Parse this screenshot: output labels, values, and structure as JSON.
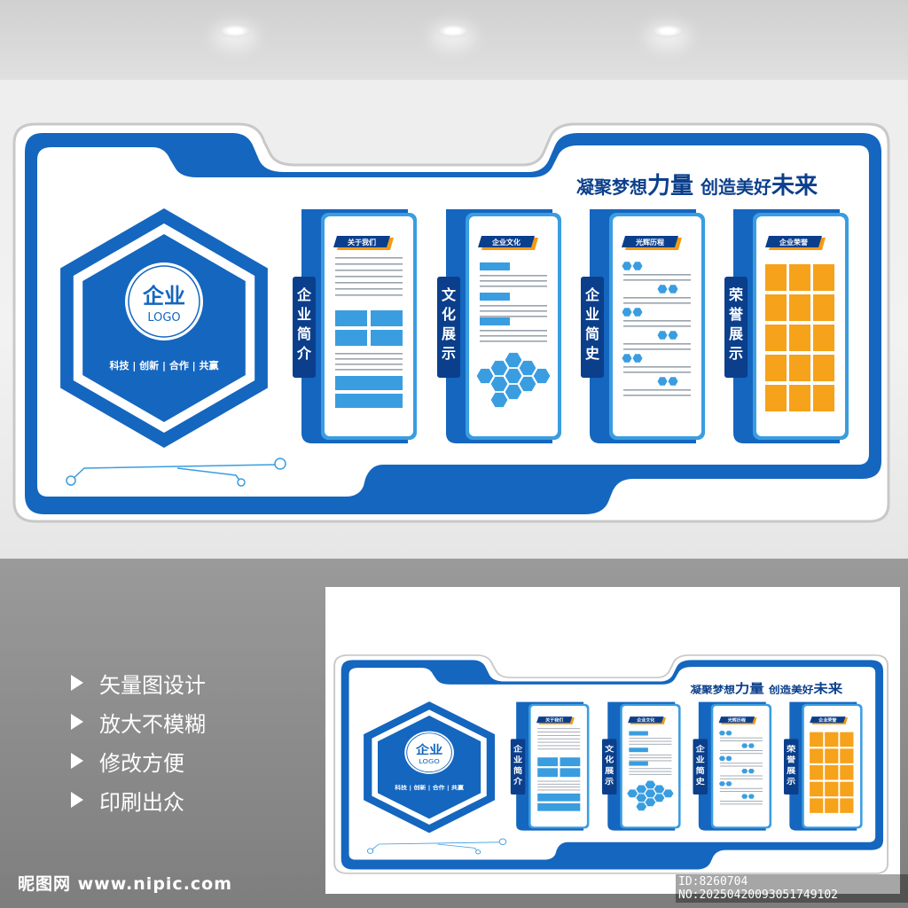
{
  "slogan": {
    "part1": "凝聚梦想",
    "part2": "力量",
    "part3": "创造美好",
    "part4": "未来"
  },
  "logo": {
    "main": "企业",
    "sub": "LOGO",
    "tagline": "科技 | 创新 | 合作 | 共赢"
  },
  "panels": [
    {
      "side_label": "企业简介",
      "tab_label": "关于我们"
    },
    {
      "side_label": "文化展示",
      "tab_label": "企业文化"
    },
    {
      "side_label": "企业简史",
      "tab_label": "光辉历程"
    },
    {
      "side_label": "荣誉展示",
      "tab_label": "企业荣誉"
    }
  ],
  "features": [
    "矢量图设计",
    "放大不模糊",
    "修改方便",
    "印刷出众"
  ],
  "brand": "昵图网 www.nipic.com",
  "id_text": "ID:8260704 NO:20250420093051749102",
  "colors": {
    "primary": "#1466bf",
    "dark": "#0b3f8c",
    "light": "#3a9de0",
    "gold": "#f6a21a",
    "accent": "#f39c12"
  }
}
